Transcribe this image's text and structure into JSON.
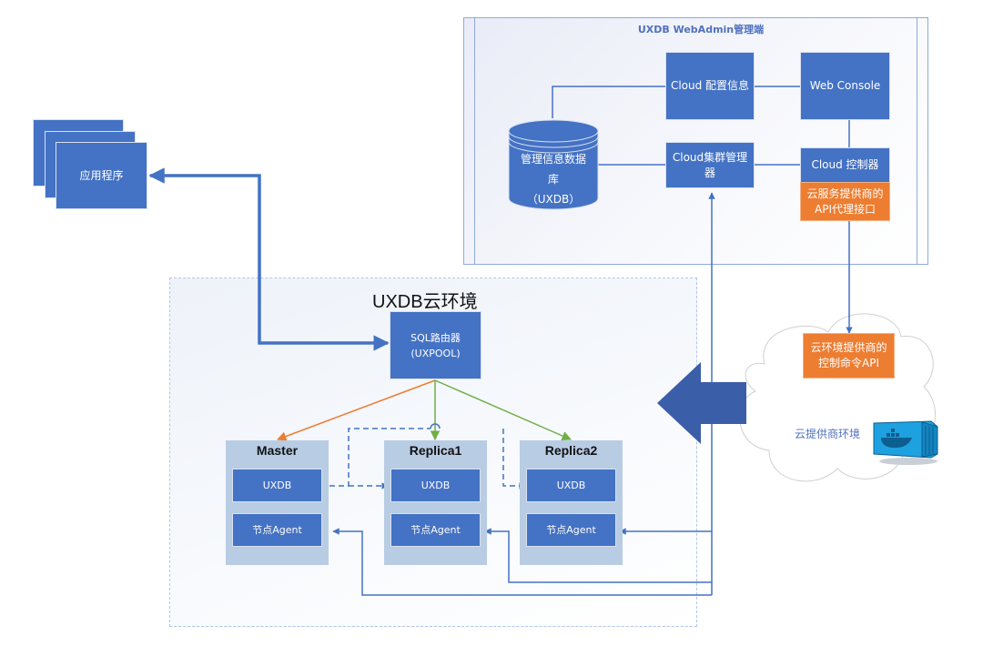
{
  "admin": {
    "title": "UXDB WebAdmin管理端",
    "config_info": "Cloud 配置信息",
    "web_console": "Web Console",
    "cluster_manager": "Cloud集群管理器",
    "controller": "Cloud 控制器",
    "api_proxy": "云服务提供商的API代理接口",
    "database": {
      "line1": "管理信息数据",
      "line2": "库",
      "line3": "（UXDB）"
    }
  },
  "application": {
    "label": "应用程序"
  },
  "environment": {
    "title": "UXDB云环境",
    "router": {
      "line1": "SQL路由器",
      "line2": "(UXPOOL)"
    },
    "nodes": [
      {
        "title": "Master",
        "db": "UXDB",
        "agent": "节点Agent"
      },
      {
        "title": "Replica1",
        "db": "UXDB",
        "agent": "节点Agent"
      },
      {
        "title": "Replica2",
        "db": "UXDB",
        "agent": "节点Agent"
      }
    ]
  },
  "cloud": {
    "control_api": "云环境提供商的控制命令API",
    "provider_env": "云提供商环境",
    "container_icon": "docker-container-icon"
  },
  "colors": {
    "box_blue": "#4472c4",
    "node_bg": "#b8cce4",
    "orange": "#ed7d31",
    "green": "#70ad47",
    "big_arrow": "#3b5ea8"
  }
}
